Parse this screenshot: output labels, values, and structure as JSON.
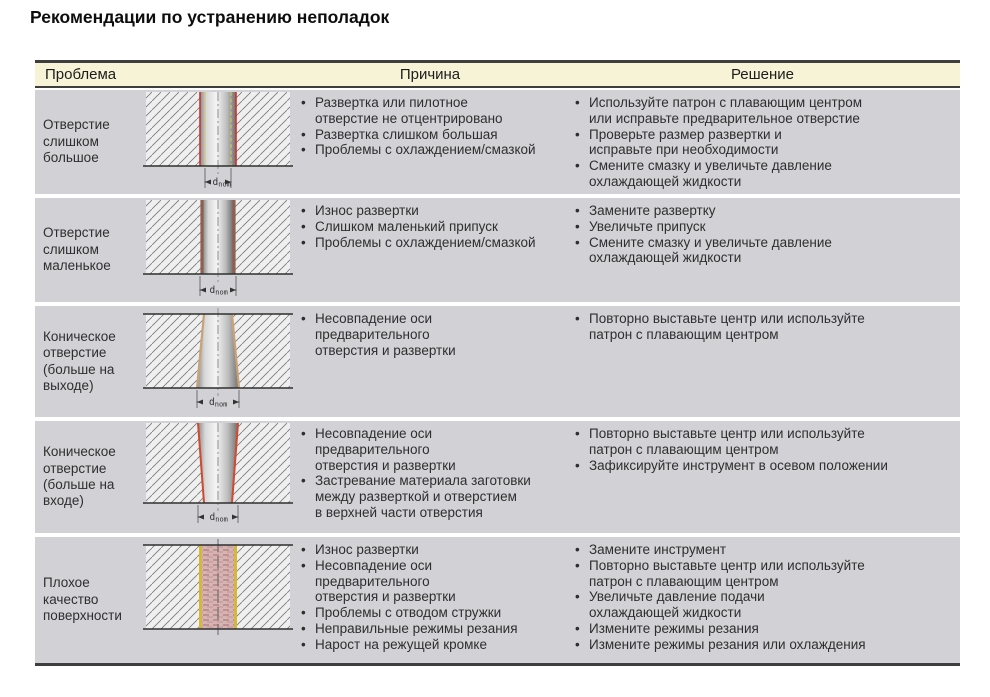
{
  "title": "Рекомендации по устранению неполадок",
  "ui": {
    "bullet": "•",
    "dim_d": "d",
    "dim_sub": "nom"
  },
  "table": {
    "headers": {
      "problem": "Проблема",
      "cause": "Причина",
      "solution": "Решение"
    },
    "rows": [
      {
        "problem": "Отверстие\nслишком\nбольшое",
        "causes": [
          "Развертка или пилотное\nотверстие не отцентрировано",
          "Развертка слишком большая",
          "Проблемы с охлаждением/смазкой"
        ],
        "solutions": [
          "Используйте патрон с плавающим центром\nили исправьте предварительное отверстие",
          "Проверьте размер развертки и\nисправьте при необходимости",
          "Смените смазку и увеличьте давление\nохлаждающей жидкости"
        ]
      },
      {
        "problem": "Отверстие\nслишком\nмаленькое",
        "causes": [
          "Износ развертки",
          "Слишком маленький припуск",
          "Проблемы с охлаждением/смазкой"
        ],
        "solutions": [
          "Замените развертку",
          "Увеличьте припуск",
          "Смените смазку и увеличьте давление\nохлаждающей жидкости"
        ]
      },
      {
        "problem": "Коническое\nотверстие\n(больше на\nвыходе)",
        "causes": [
          "Несовпадение оси\nпредварительного\nотверстия и развертки"
        ],
        "solutions": [
          "Повторно выставьте центр или используйте\nпатрон с плавающим центром"
        ]
      },
      {
        "problem": "Коническое\nотверстие\n(больше на\nвходе)",
        "causes": [
          "Несовпадение оси\nпредварительного\nотверстия и развертки",
          "Застревание материала заготовки\nмежду разверткой и отверстием\nв верхней части отверстия"
        ],
        "solutions": [
          "Повторно выставьте центр или используйте\nпатрон с плавающим центром",
          "Зафиксируйте инструмент в осевом положении"
        ]
      },
      {
        "problem": "Плохое\nкачество\nповерхности",
        "causes": [
          "Износ развертки",
          "Несовпадение оси\nпредварительного\nотверстия и развертки",
          "Проблемы с отводом стружки",
          "Неправильные режимы резания",
          "Нарост на режущей кромке"
        ],
        "solutions": [
          "Замените инструмент",
          "Повторно выставьте центр или используйте\nпатрон с плавающим центром",
          "Увеличьте давление подачи\nохлаждающей жидкости",
          "Измените режимы резания",
          "Измените режимы резания или охлаждения"
        ]
      }
    ]
  },
  "colors": {
    "header_bg": "#f7f3d7",
    "row_bg": "#d2d2d6",
    "border": "#3e3e3e",
    "oversize_edge": "#d03030",
    "undersize_edge": "#8f5f4f",
    "taper_exit_edge": "#c9a276",
    "taper_entry_edge": "#cf4a30",
    "poor_surface_edge": "#d4b83c"
  }
}
